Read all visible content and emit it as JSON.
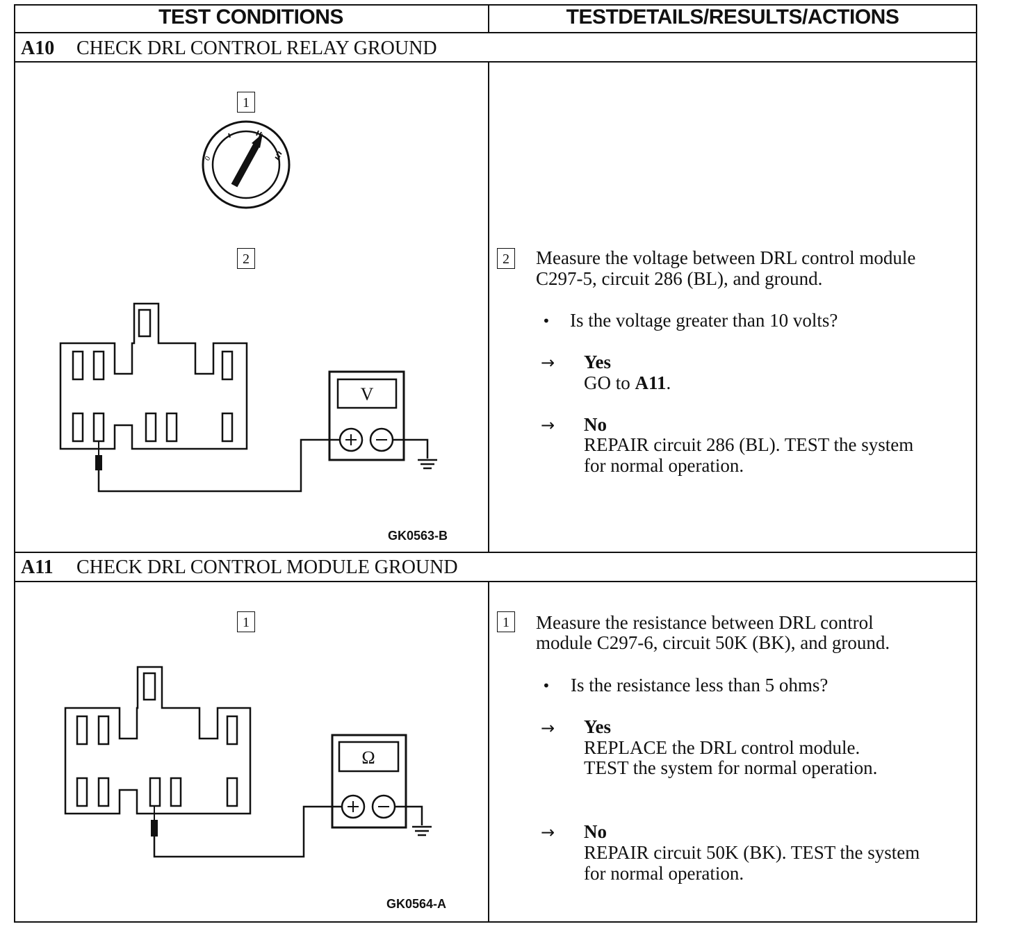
{
  "header": {
    "left": "TEST CONDITIONS",
    "right": "TESTDETAILS/RESULTS/ACTIONS"
  },
  "sections": [
    {
      "id": "A10",
      "title": "CHECK DRL CONTROL RELAY GROUND",
      "step_badges": [
        "1",
        "2"
      ],
      "meter_symbol": "V",
      "figure_code": "GK0563-B",
      "detail": {
        "step": "2",
        "instruction_lines": [
          "Measure the voltage between DRL control module",
          "C297-5, circuit 286 (BL), and ground."
        ],
        "question": "Is the voltage greater than 10 volts?",
        "yes_label": "Yes",
        "yes_prefix": "GO to ",
        "yes_target": "A11",
        "yes_suffix": ".",
        "no_label": "No",
        "no_lines": [
          "REPAIR circuit 286 (BL). TEST the system",
          "for normal operation."
        ]
      }
    },
    {
      "id": "A11",
      "title": "CHECK DRL CONTROL MODULE GROUND",
      "step_badges": [
        "1"
      ],
      "meter_symbol": "Ω",
      "figure_code": "GK0564-A",
      "detail": {
        "step": "1",
        "instruction_lines": [
          "Measure the resistance between DRL control",
          "module C297-6, circuit 50K (BK), and ground."
        ],
        "question": "Is the resistance less than 5 ohms?",
        "yes_label": "Yes",
        "yes_lines": [
          "REPLACE the DRL control module.",
          "TEST the system for normal operation."
        ],
        "no_label": "No",
        "no_lines": [
          "REPAIR circuit 50K (BK). TEST the system",
          "for normal operation."
        ]
      }
    }
  ],
  "icons": {
    "step1": "ignition-switch-icon",
    "connector": "connector-icon",
    "meter": "multimeter-icon",
    "ground": "ground-icon"
  }
}
